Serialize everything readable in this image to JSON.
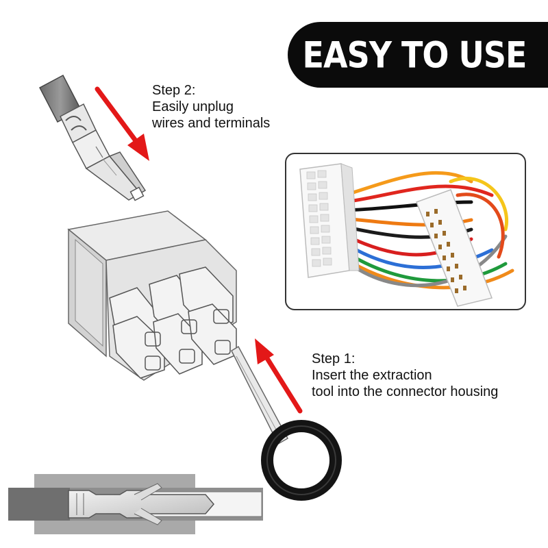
{
  "banner": {
    "title": "EASY TO USE",
    "background": "#0b0b0b",
    "text_color": "#ffffff"
  },
  "step2": {
    "title": "Step 2:",
    "lines": [
      "Easily unplug",
      "wires and terminals"
    ]
  },
  "step1": {
    "title": "Step 1:",
    "lines": [
      "Insert the extraction",
      "tool into the connector housing"
    ]
  },
  "arrows": {
    "color": "#e31818"
  },
  "icons": {
    "terminal": "terminal-pin-icon",
    "housing": "connector-housing-icon",
    "tool": "extraction-tool-icon",
    "crosssection": "terminal-crosssection-icon",
    "photo": "atx-cable-photo"
  }
}
